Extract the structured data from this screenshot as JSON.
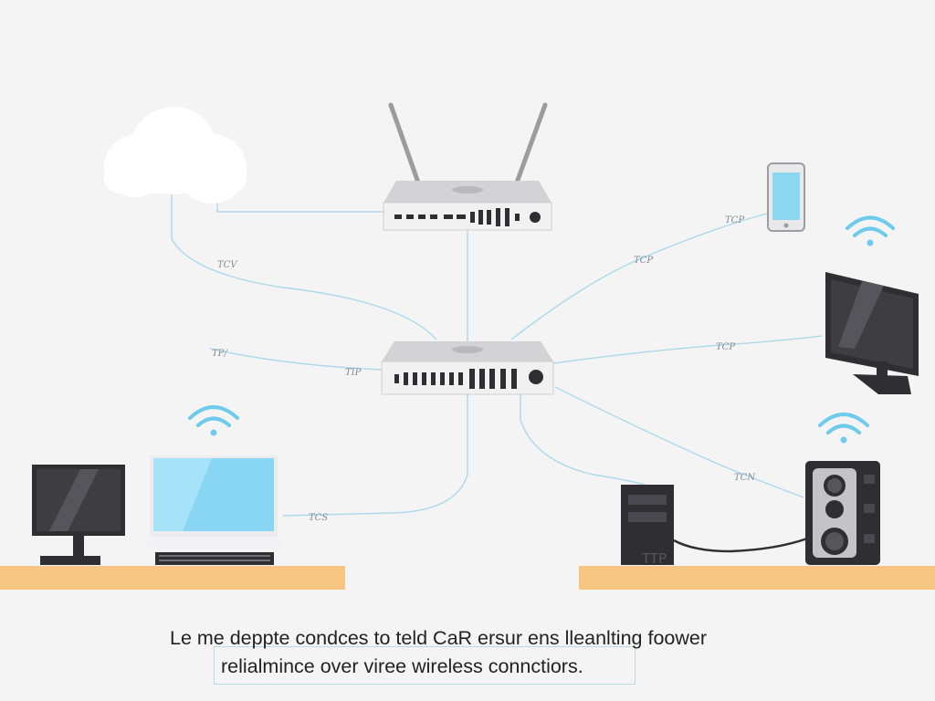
{
  "caption": {
    "line1": "Le me deppte condces to teld CaR ersur ens lleanlting foower",
    "line2": "relialmince over viree wireless connctiors."
  },
  "connection_labels": {
    "cloud_link": "TCV",
    "left_link": "TP/",
    "hub_left": "TIP",
    "laptop_link": "TCS",
    "phone_link_a": "TCP",
    "phone_link_b": "TCP",
    "monitor_link": "TCP",
    "speaker_link": "TCN"
  },
  "tower_label": "TTP",
  "icons": {
    "cloud": "cloud-icon",
    "router": "router-icon",
    "switch": "switch-icon",
    "phone": "smartphone-icon",
    "wifi": "wifi-icon",
    "monitor": "monitor-icon",
    "laptop": "laptop-icon",
    "tower": "pc-tower-icon",
    "speaker": "speaker-icon"
  },
  "colors": {
    "link": "#aed9ea",
    "wifi": "#6fcbeb",
    "screen": "#88d6f4",
    "desk": "#f5c581",
    "device": "#e4e4e6",
    "dark": "#2f2f33"
  }
}
